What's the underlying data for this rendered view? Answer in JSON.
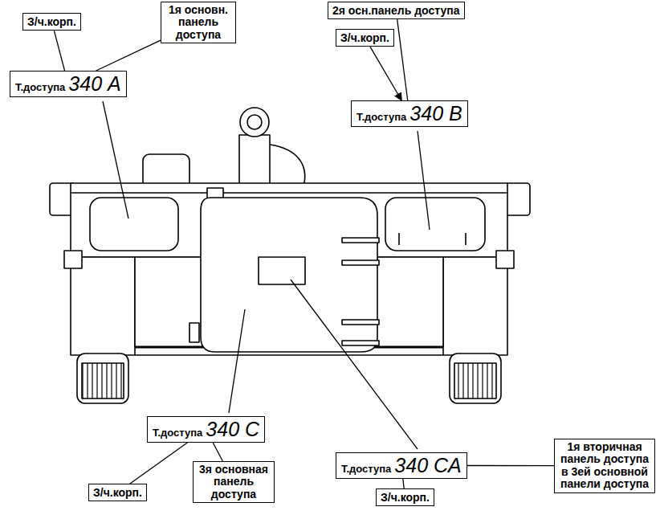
{
  "diagram": {
    "nodes": [
      {
        "text": [
          "З/ч.корп."
        ]
      },
      {
        "text": [
          "1я основн. панель доступа"
        ]
      },
      {
        "text": [
          "2я осн.панель доступа"
        ]
      },
      {
        "text": [
          "З/ч.корп."
        ]
      },
      {
        "text": [
          "Т.доступа",
          "340 A"
        ]
      },
      {
        "text": [
          "Т.доступа",
          "340 B"
        ]
      },
      {
        "text": [
          "Т.доступа",
          "340 C"
        ]
      },
      {
        "text": [
          "Т.доступа",
          "340 CA"
        ]
      },
      {
        "text": [
          "1я вторичная панель доступа в 3ей основной панели доступа"
        ]
      },
      {
        "text": [
          "З/ч.корп."
        ]
      },
      {
        "text": [
          "3я основная панель доступа"
        ]
      },
      {
        "text": [
          "З/ч.корп."
        ]
      }
    ],
    "edges": [
      {
        "from": 0,
        "to": 4,
        "arrow": "none"
      },
      {
        "from": 1,
        "to": 4,
        "arrow": "none"
      },
      {
        "from": 2,
        "to": 5,
        "arrow": "none"
      },
      {
        "from": 3,
        "to": 5,
        "arrow": "to"
      },
      {
        "from": 9,
        "to": 6,
        "arrow": "none"
      },
      {
        "from": 10,
        "to": 6,
        "arrow": "none"
      },
      {
        "from": 8,
        "to": 7,
        "arrow": "none"
      },
      {
        "from": 11,
        "to": 7,
        "arrow": "none"
      }
    ]
  }
}
